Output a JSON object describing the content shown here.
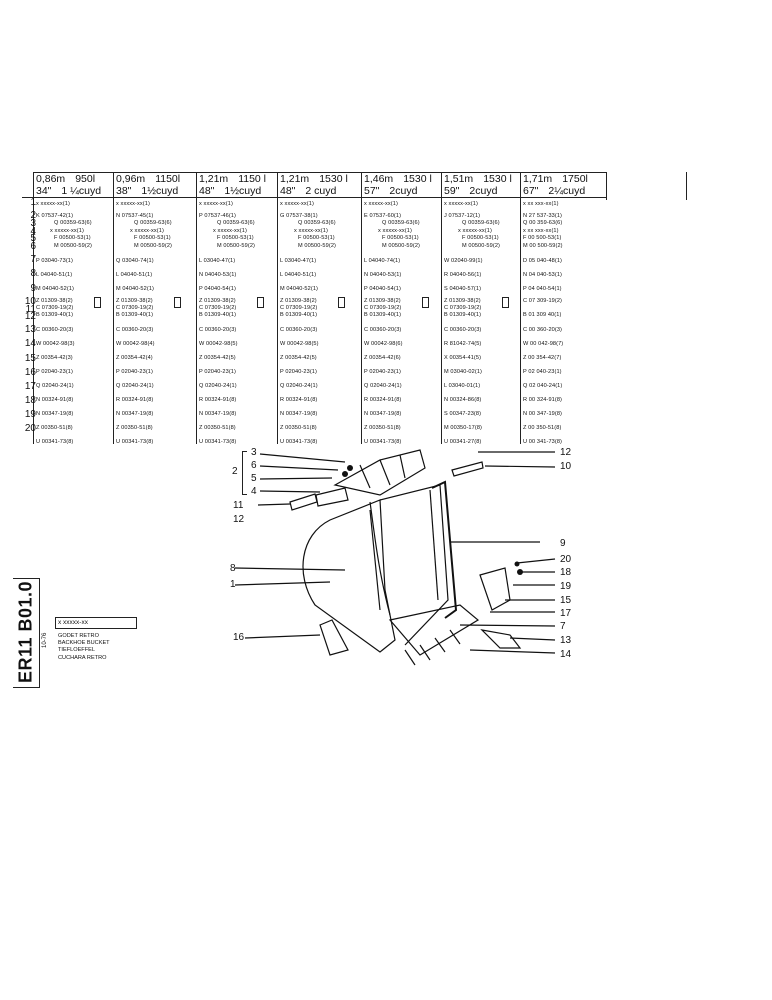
{
  "columns": [
    {
      "size": "0,86m",
      "capacity": "950l",
      "inch": "34\"",
      "cuyd": "1 ¼cuyd"
    },
    {
      "size": "0,96m",
      "capacity": "1150l",
      "inch": "38\"",
      "cuyd": "1½cuyd"
    },
    {
      "size": "1,21m",
      "capacity": "1150 l",
      "inch": "48\"",
      "cuyd": "1½cuyd"
    },
    {
      "size": "1,21m",
      "capacity": "1530 l",
      "inch": "48\"",
      "cuyd": "2 cuyd"
    },
    {
      "size": "1,46m",
      "capacity": "1530 l",
      "inch": "57\"",
      "cuyd": "2cuyd"
    },
    {
      "size": "1,51m",
      "capacity": "1530 l",
      "inch": "59\"",
      "cuyd": "2cuyd"
    },
    {
      "size": "1,71m",
      "capacity": "1750l",
      "inch": "67\"",
      "cuyd": "2¼cuyd"
    }
  ],
  "row_numbers": [
    "1",
    "2",
    "3",
    "4",
    "5",
    "6",
    "7",
    "8",
    "9",
    "10",
    "11",
    "12",
    "13",
    "14",
    "15",
    "16",
    "17",
    "18",
    "19",
    "20"
  ],
  "cells": [
    [
      "x xxxxx-xx(1)",
      "x xxxxx-xx(1)",
      "x xxxxx-xx(1)",
      "x xxxxx-xx(1)",
      "x xxxxx-xx(1)",
      "x xxxxx-xx(1)",
      "x xx xxx-xx(1)"
    ],
    [
      "K 07537-42(1)",
      "N 07537-45(1)",
      "P 07537-46(1)",
      "G 07537-38(1)",
      "E 07537-60(1)",
      "J 07537-12(1)",
      "N 27 537-33(1)"
    ],
    [
      "Q 00359-63(6)",
      "Q 00359-63(6)",
      "Q 00359-63(6)",
      "Q 00359-63(6)",
      "Q 00359-63(6)",
      "Q 00359-63(6)",
      "Q 00 359-63(6)"
    ],
    [
      "x xxxxx-xx(1)",
      "x xxxxx-xx(1)",
      "x xxxxx-xx(1)",
      "x xxxxx-xx(1)",
      "x xxxxx-xx(1)",
      "x xxxxx-xx(1)",
      "x xx xxx-xx(1)"
    ],
    [
      "F 00500-53(1)",
      "F 00500-53(1)",
      "F 00500-53(1)",
      "F 00500-53(1)",
      "F 00500-53(1)",
      "F 00500-53(1)",
      "F 00 500-53(1)"
    ],
    [
      "M 00500-59(2)",
      "M 00500-59(2)",
      "M 00500-59(2)",
      "M 00500-59(2)",
      "M 00500-59(2)",
      "M 00500-59(2)",
      "M 00 500-59(2)"
    ],
    [
      "P 03040-73(1)",
      "Q 03040-74(1)",
      "L 03040-47(1)",
      "L 03040-47(1)",
      "L 04040-74(1)",
      "W 02040-99(1)",
      "D 05 040-48(1)"
    ],
    [
      "L 04040-51(1)",
      "L 04040-51(1)",
      "N 04040-53(1)",
      "L 04040-51(1)",
      "N 04040-53(1)",
      "R 04040-56(1)",
      "N 04 040-53(1)"
    ],
    [
      "M 04040-52(1)",
      "M 04040-52(1)",
      "P 04040-54(1)",
      "M 04040-52(1)",
      "P 04040-54(1)",
      "S 04040-57(1)",
      "P 04 040-54(1)"
    ],
    [
      "Z 01309-38(2)",
      "Z 01309-38(2)",
      "Z 01309-38(2)",
      "Z 01309-38(2)",
      "Z 01309-38(2)",
      "Z 01309-38(2)",
      "C 07 309-19(2)"
    ],
    [
      "C 07309-19(2)",
      "C 07309-19(2)",
      "C 07309-19(2)",
      "C 07309-19(2)",
      "C 07309-19(2)",
      "C 07309-19(2)",
      ""
    ],
    [
      "B 01309-40(1)",
      "B 01309-40(1)",
      "B 01309-40(1)",
      "B 01309-40(1)",
      "B 01309-40(1)",
      "B 01309-40(1)",
      "B 01 309 40(1)"
    ],
    [
      "C 00360-20(3)",
      "C 00360-20(3)",
      "C 00360-20(3)",
      "C 00360-20(3)",
      "C 00360-20(3)",
      "C 00360-20(3)",
      "C 00 360-20(3)"
    ],
    [
      "W 00042-98(3)",
      "W 00042-98(4)",
      "W 00042-98(5)",
      "W 00042-98(5)",
      "W 00042-98(6)",
      "R 81042-74(5)",
      "W 00 042-98(7)"
    ],
    [
      "Z 00354-42(3)",
      "Z 00354-42(4)",
      "Z 00354-42(5)",
      "Z 00354-42(5)",
      "Z 00354-42(6)",
      "X 00354-41(5)",
      "Z 00 354-42(7)"
    ],
    [
      "P 02040-23(1)",
      "P 02040-23(1)",
      "P 02040-23(1)",
      "P 02040-23(1)",
      "P 02040-23(1)",
      "M 03040-02(1)",
      "P 02 040-23(1)"
    ],
    [
      "Q 02040-24(1)",
      "Q 02040-24(1)",
      "Q 02040-24(1)",
      "Q 02040-24(1)",
      "Q 02040-24(1)",
      "L 03040-01(1)",
      "Q 02 040-24(1)"
    ],
    [
      "N 00324-91(8)",
      "R 00324-91(8)",
      "R 00324-91(8)",
      "R 00324-91(8)",
      "R 00324-91(8)",
      "N 00324-86(8)",
      "R 00 324-91(8)"
    ],
    [
      "N 00347-19(8)",
      "N 00347-19(8)",
      "N 00347-19(8)",
      "N 00347-19(8)",
      "N 00347-19(8)",
      "S 00347-23(8)",
      "N 00 347-19(8)"
    ],
    [
      "Z 00350-51(8)",
      "Z 00350-51(8)",
      "Z 00350-51(8)",
      "Z 00350-51(8)",
      "Z 00350-51(8)",
      "M 00350-17(8)",
      "Z 00 350-51(8)"
    ],
    [
      "U 00341-73(8)",
      "U 00341-73(8)",
      "U 00341-73(8)",
      "U 00341-73(8)",
      "U 00341-73(8)",
      "U 00341-27(8)",
      "U 00 341-73(8)"
    ]
  ],
  "callouts": {
    "left": [
      "3",
      "6",
      "5",
      "4",
      "2",
      "11",
      "12",
      "8",
      "1",
      "16"
    ],
    "right": [
      "12",
      "10",
      "9",
      "20",
      "18",
      "19",
      "15",
      "17",
      "7",
      "13",
      "14"
    ]
  },
  "side_code": "ER11 B01.0",
  "part_box": "x xxxxx-xx",
  "titles": [
    "GODET RETRO",
    "BACKHOE BUCKET",
    "TIEFLOEFFEL",
    "CUCHARA RETRO"
  ],
  "date_code": "10-76"
}
